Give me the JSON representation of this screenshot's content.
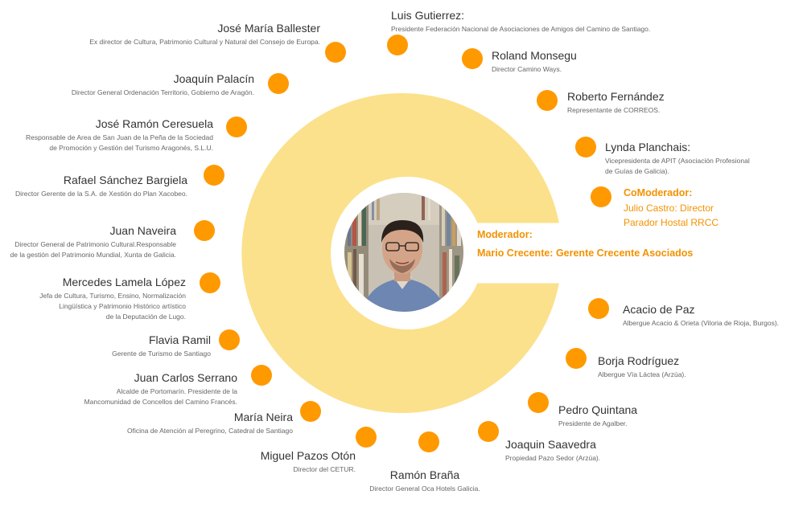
{
  "people": [
    {
      "id": "ballester",
      "name": "José María Ballester",
      "desc": [
        "Ex director de Cultura, Patrimonio Cultural y Natural del Consejo de Europa."
      ]
    },
    {
      "id": "gutierrez",
      "name": "Luis Gutierrez:",
      "desc": [
        "Presidente Federación Nacional de Asociaciones de Amigos del Camino de Santiago."
      ]
    },
    {
      "id": "monsegu",
      "name": "Roland Monsegu",
      "desc": [
        "Director Camino Ways."
      ]
    },
    {
      "id": "palacin",
      "name": "Joaquín Palacín",
      "desc": [
        "Director General Ordenación Territorio, Gobierno de Aragón."
      ]
    },
    {
      "id": "fernandez",
      "name": "Roberto Fernández",
      "desc": [
        "Representante de CORREOS."
      ]
    },
    {
      "id": "ceresuela",
      "name": "José Ramón Ceresuela",
      "desc": [
        "Responsable de Area de San Juan de la Peña de la Sociedad",
        "de Promoción y Gestión del Turismo Aragonés, S.L.U."
      ]
    },
    {
      "id": "planchais",
      "name": "Lynda Planchais:",
      "desc": [
        "Vicepresidenta de APIT (Asociación Profesional",
        "de Guías de Galicia)."
      ]
    },
    {
      "id": "bargiela",
      "name": "Rafael Sánchez Bargiela",
      "desc": [
        "Director Gerente de la S.A. de Xestión do Plan Xacobeo."
      ]
    },
    {
      "id": "naveira",
      "name": "Juan Naveira",
      "desc": [
        "Director General de Patrimonio Cultural.Responsable",
        "de la gestión del Patrimonio Mundial, Xunta de Galicia."
      ]
    },
    {
      "id": "lamela",
      "name": "Mercedes Lamela López",
      "desc": [
        "Jefa de Cultura, Turismo, Ensino, Normalización",
        "Lingüística y Patrimonio Histórico artístico",
        "de la Deputación de Lugo."
      ]
    },
    {
      "id": "paz",
      "name": "Acacio de Paz",
      "desc": [
        "Albergue Acacio & Orieta (Viloria de Rioja, Burgos)."
      ]
    },
    {
      "id": "ramil",
      "name": "Flavia Ramil",
      "desc": [
        "Gerente de Turismo de Santiago"
      ]
    },
    {
      "id": "rodriguez",
      "name": "Borja Rodríguez",
      "desc": [
        "Albergue Vía Láctea (Arzúa)."
      ]
    },
    {
      "id": "serrano",
      "name": "Juan Carlos Serrano",
      "desc": [
        "Alcalde de Portomarín. Presidente de la",
        "Mancomunidad de Concellos del Camino Francés."
      ]
    },
    {
      "id": "quintana",
      "name": "Pedro Quintana",
      "desc": [
        "Presidente de Agalber."
      ]
    },
    {
      "id": "neira",
      "name": "María Neira",
      "desc": [
        "Oficina de Atención al Peregrino, Catedral de Santiago"
      ]
    },
    {
      "id": "saavedra",
      "name": "Joaquin Saavedra",
      "desc": [
        "Propiedad Pazo Sedor (Arzúa)."
      ]
    },
    {
      "id": "oton",
      "name": "Miguel Pazos Otón",
      "desc": [
        "Director del CETUR."
      ]
    },
    {
      "id": "brana",
      "name": "Ramón Braña",
      "desc": [
        "Director General Oca Hotels Galicia."
      ]
    }
  ],
  "comoderator": {
    "label": "CoModerador:",
    "line1": "Julio Castro: Director",
    "line2": "Parador Hostal RRCC"
  },
  "moderator": {
    "label": "Moderador:",
    "line1": "Mario Crecente: Gerente Crecente Asociados"
  },
  "colors": {
    "accent": "#ff9900",
    "ring": "#fbe18c",
    "label_orange": "#f39200"
  }
}
